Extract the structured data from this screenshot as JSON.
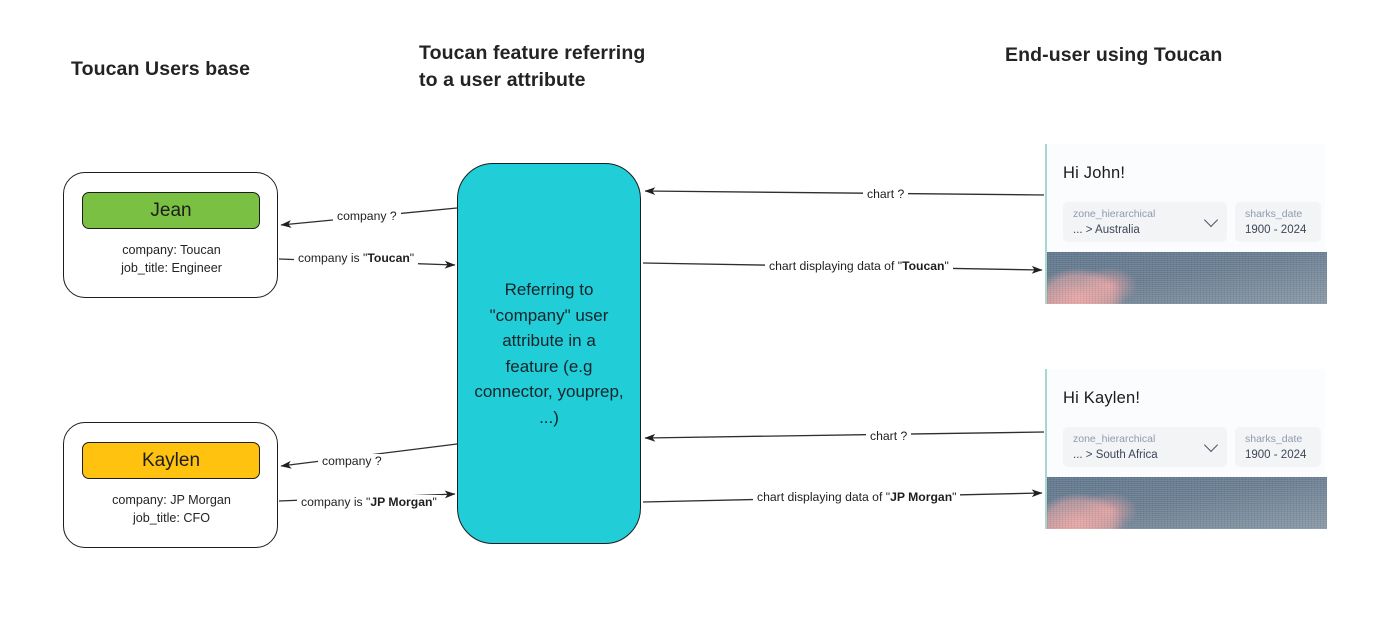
{
  "headers": {
    "users_base": "Toucan Users base",
    "feature": "Toucan feature referring\nto a user attribute",
    "feature_line1": "Toucan feature referring",
    "feature_line2": "to a user attribute",
    "end_user": "End-user using Toucan"
  },
  "colors": {
    "cyan_box": "#21cdd6",
    "chip_green": "#7ac143",
    "chip_amber": "#ffc20e",
    "card_border": "#1d1d1d",
    "dash_accent": "#a9d6cf"
  },
  "users": [
    {
      "name": "Jean",
      "chip_color": "#7ac143",
      "company_line": "company: Toucan",
      "job_line": "job_title: Engineer"
    },
    {
      "name": "Kaylen",
      "chip_color": "#ffc20e",
      "company_line": "company: JP Morgan",
      "job_line": "job_title: CFO"
    }
  ],
  "feature_box": {
    "text": "Referring to \"company\" user attribute in a feature (e.g connector, youprep, ...)"
  },
  "arrows": {
    "jean_query": "company ?",
    "jean_answer_prefix": "company is \"",
    "jean_answer_bold": "Toucan",
    "jean_answer_suffix": "\"",
    "kaylen_query": "company ?",
    "kaylen_answer_prefix": "company is \"",
    "kaylen_answer_bold": "JP Morgan",
    "kaylen_answer_suffix": "\"",
    "john_chart_request": "chart ?",
    "john_chart_reply_prefix": "chart displaying data of \"",
    "john_chart_reply_bold": "Toucan",
    "john_chart_reply_suffix": "\"",
    "kaylen_chart_request": "chart ?",
    "kaylen_chart_reply_prefix": "chart displaying data of \"",
    "kaylen_chart_reply_bold": "JP Morgan",
    "kaylen_chart_reply_suffix": "\""
  },
  "dashboards": [
    {
      "greeting": "Hi John!",
      "filters": [
        {
          "label": "zone_hierarchical",
          "value": "... > Australia",
          "has_chevron": true
        },
        {
          "label": "sharks_date",
          "value": "1900 - 2024",
          "has_chevron": false
        }
      ]
    },
    {
      "greeting": "Hi Kaylen!",
      "filters": [
        {
          "label": "zone_hierarchical",
          "value": "... > South Africa",
          "has_chevron": true
        },
        {
          "label": "sharks_date",
          "value": "1900 - 2024",
          "has_chevron": false
        }
      ]
    }
  ]
}
